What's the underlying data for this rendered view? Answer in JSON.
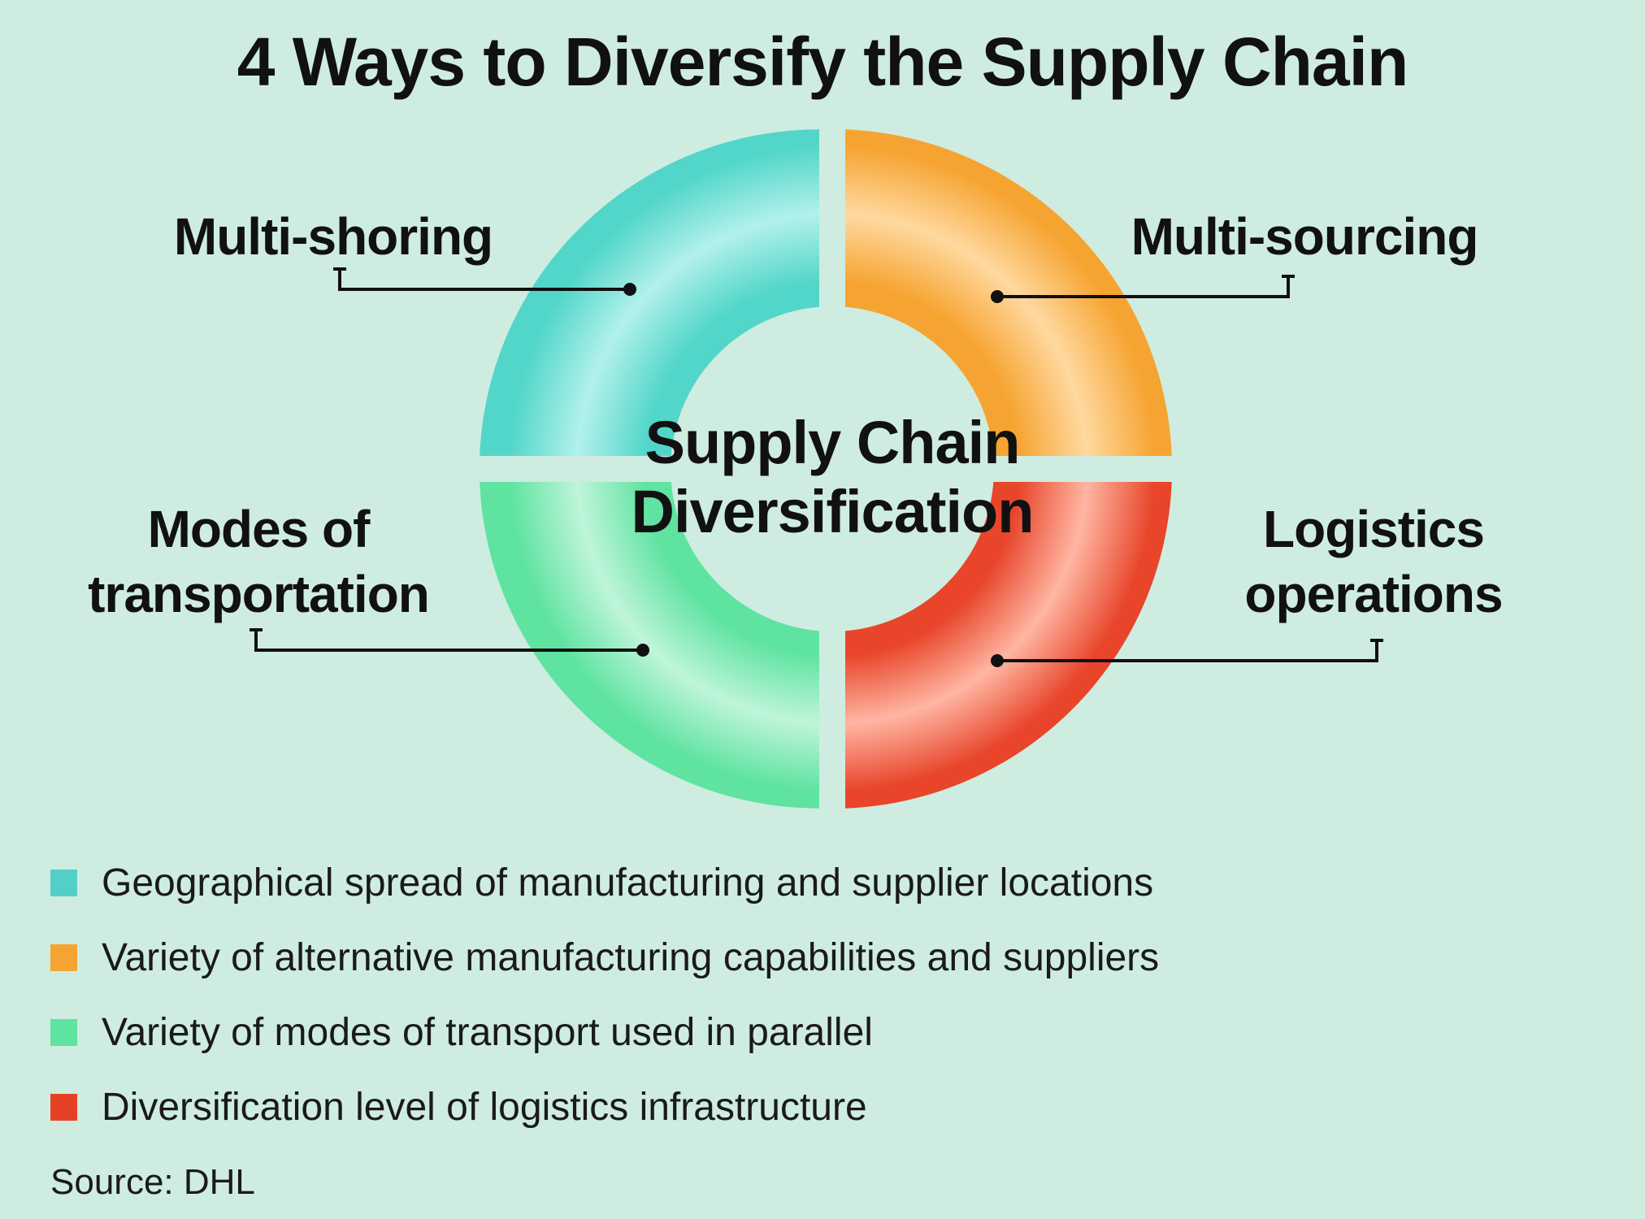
{
  "title": "4 Ways to Diversify the Supply Chain",
  "center_label": {
    "line1": "Supply Chain",
    "line2": "Diversification"
  },
  "segments": [
    {
      "label_lines": [
        "Multi-shoring"
      ],
      "color": "#52d6c9",
      "highlight": "#b2f1ea"
    },
    {
      "label_lines": [
        "Multi-sourcing"
      ],
      "color": "#f6a431",
      "highlight": "#ffd9a0"
    },
    {
      "label_lines": [
        "Modes of",
        "transportation"
      ],
      "color": "#5fe3a1",
      "highlight": "#bff5d9"
    },
    {
      "label_lines": [
        "Logistics",
        "operations"
      ],
      "color": "#e8452a",
      "highlight": "#ffb6a3"
    }
  ],
  "legend": [
    {
      "text": "Geographical spread of manufacturing and supplier locations",
      "color": "#52d0c8"
    },
    {
      "text": "Variety of alternative manufacturing capabilities and suppliers",
      "color": "#f6a431"
    },
    {
      "text": "Variety of modes of transport used in parallel",
      "color": "#5fe3a1"
    },
    {
      "text": "Diversification level of logistics infrastructure",
      "color": "#e54225"
    }
  ],
  "source": "Source: DHL"
}
